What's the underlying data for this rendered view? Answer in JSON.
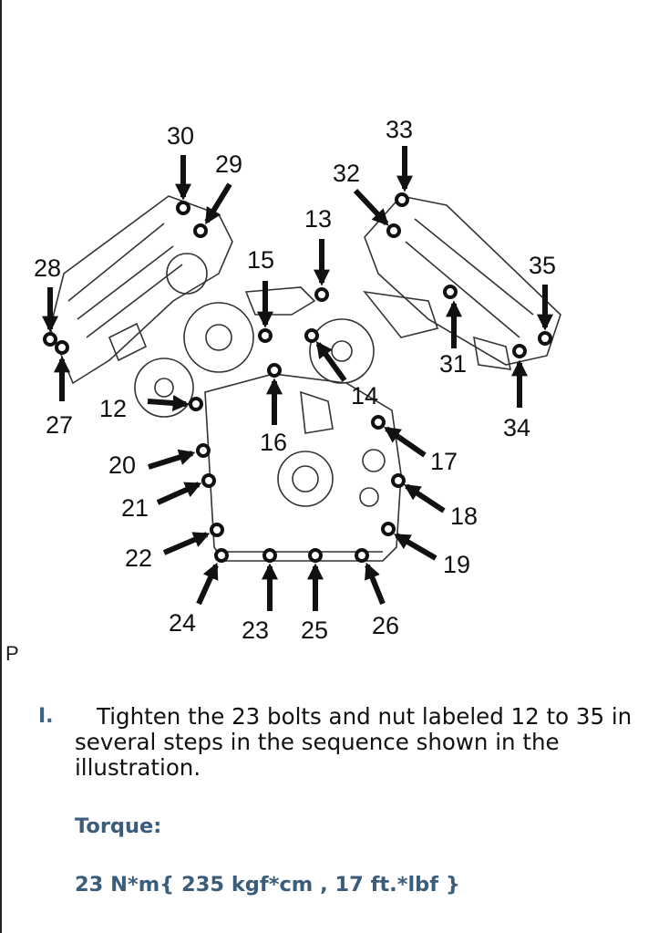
{
  "diagram": {
    "bolt_labels": [
      "12",
      "13",
      "14",
      "15",
      "16",
      "17",
      "18",
      "19",
      "20",
      "21",
      "22",
      "23",
      "24",
      "25",
      "26",
      "27",
      "28",
      "29",
      "30",
      "31",
      "32",
      "33",
      "34",
      "35"
    ]
  },
  "page_marker": "P",
  "step": {
    "marker": "I.",
    "text": "Tighten the 23 bolts and nut labeled 12 to 35 in several steps in the sequence shown in the illustration."
  },
  "torque": {
    "heading": "Torque:",
    "value": "23 N*m{ 235 kgf*cm , 17 ft.*lbf }"
  }
}
